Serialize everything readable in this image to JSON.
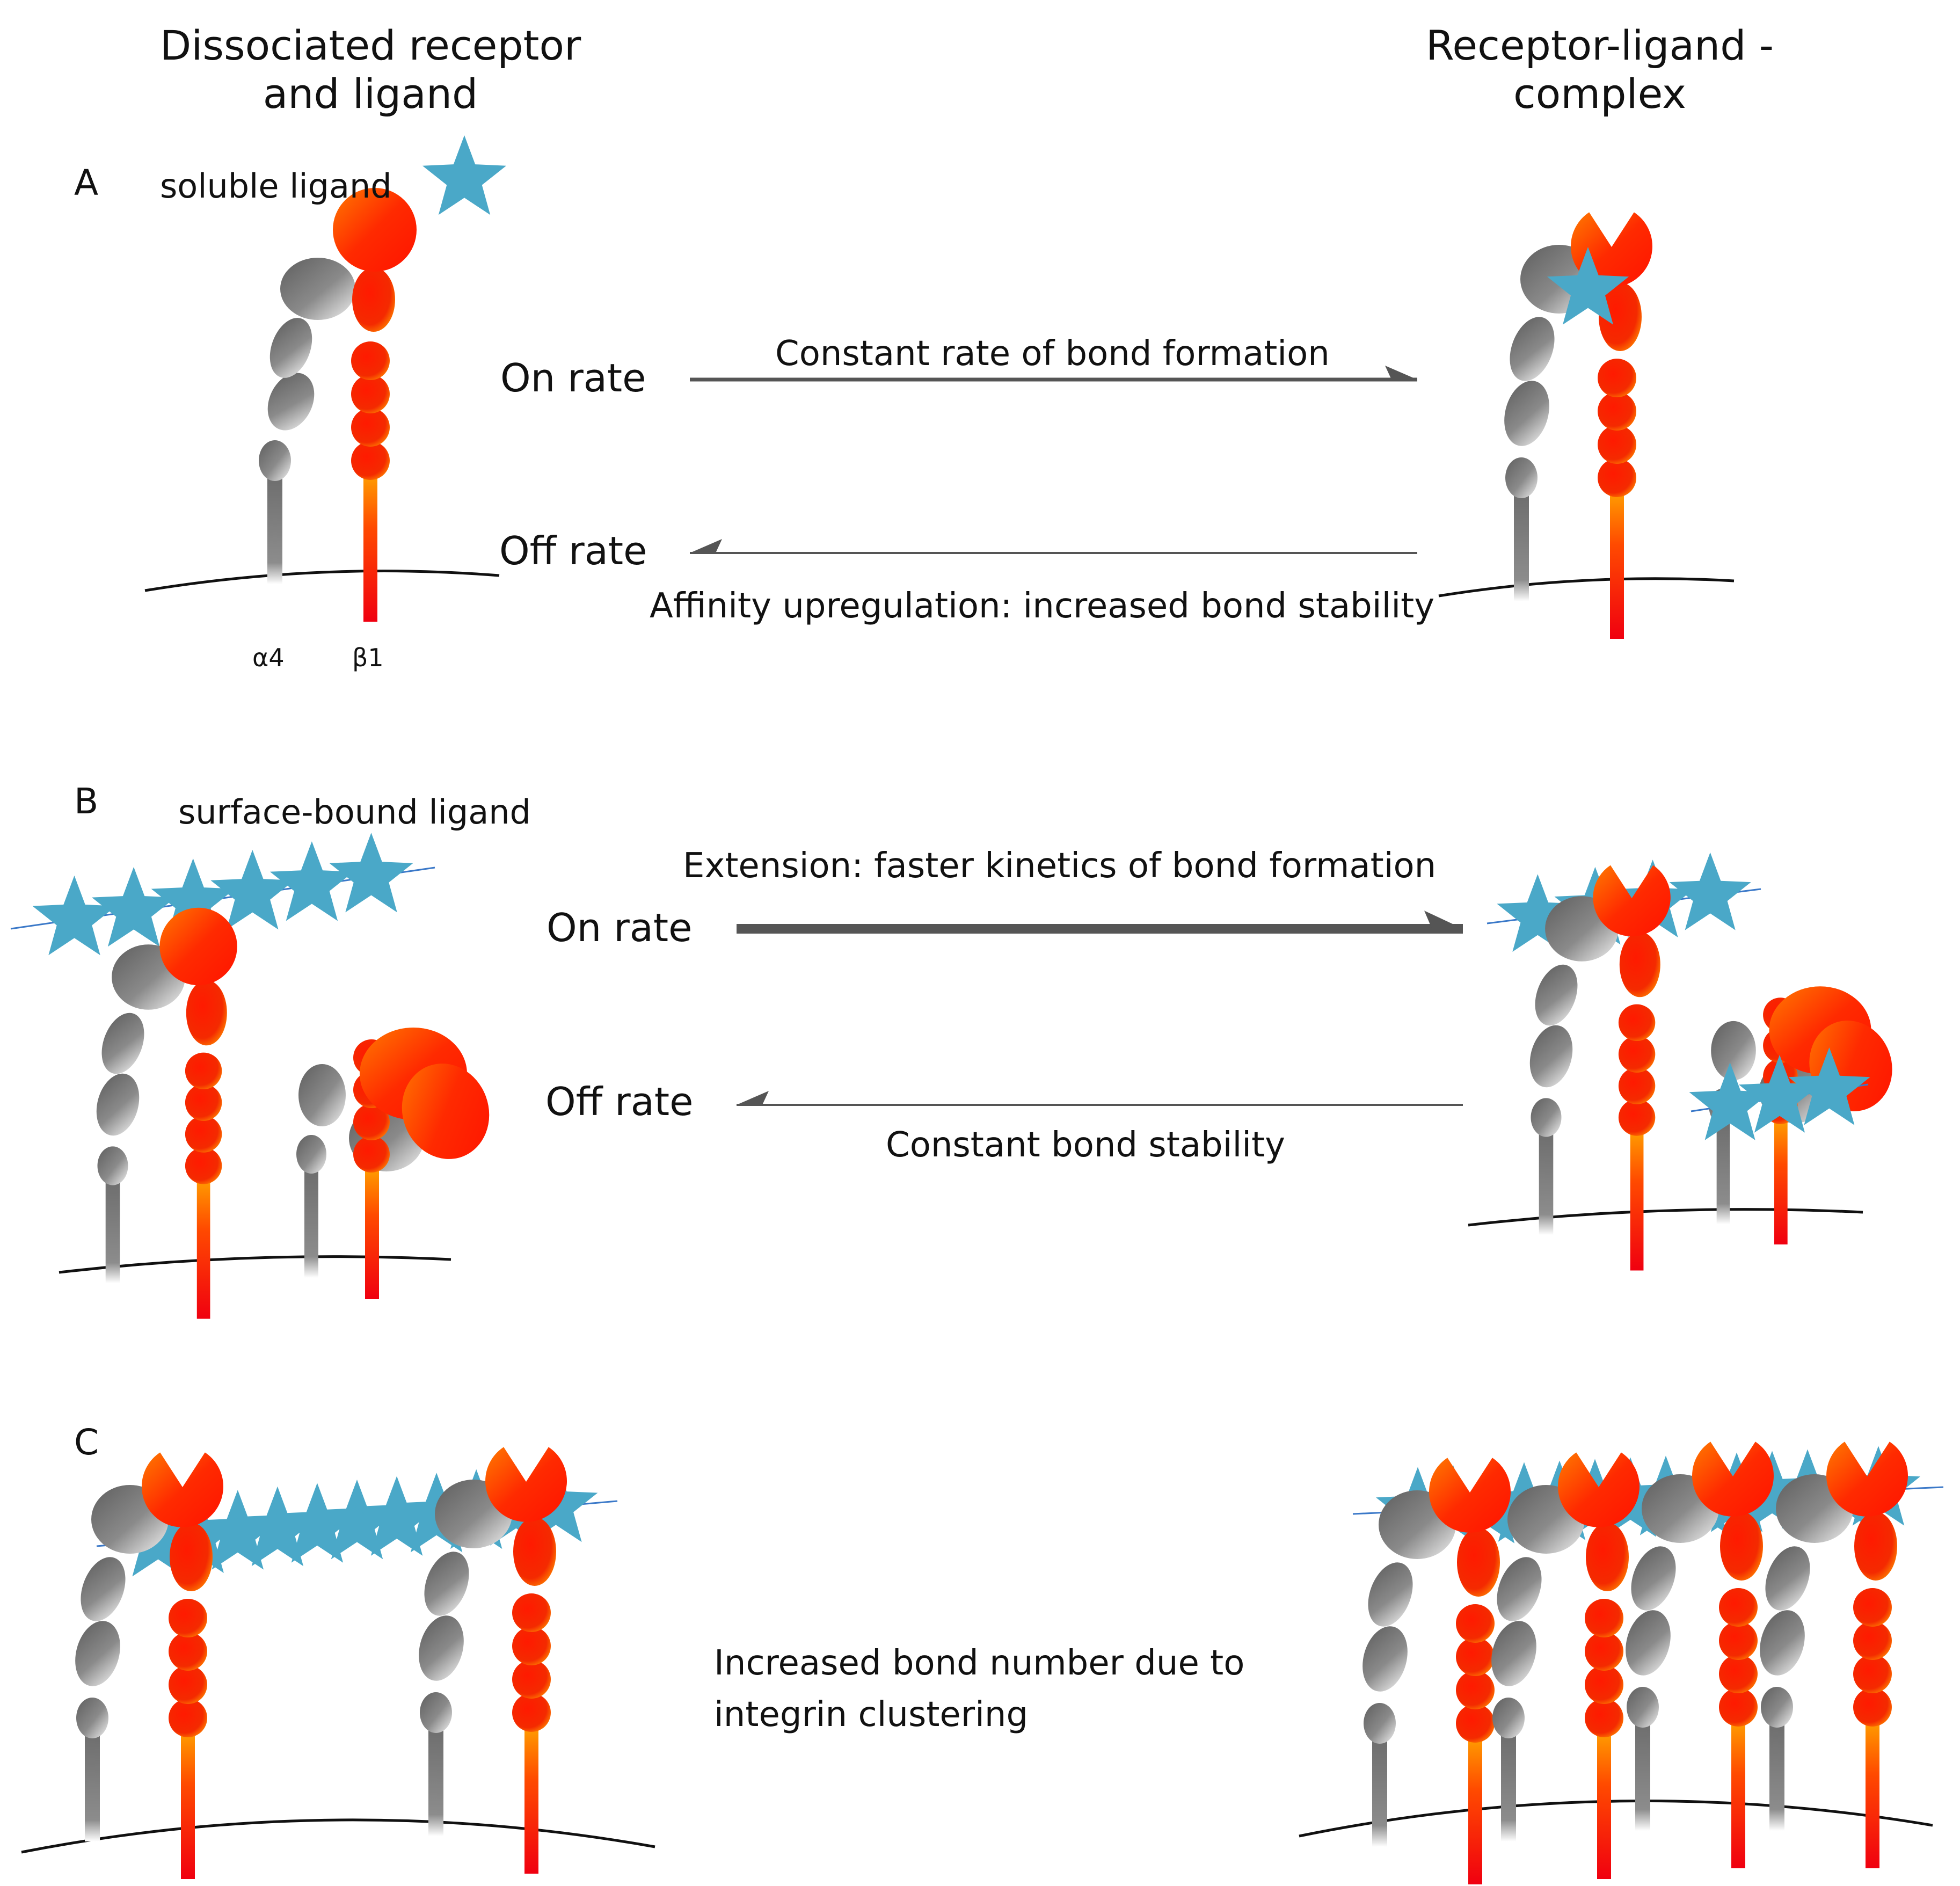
{
  "headers": {
    "left": "Dissociated receptor and ligand",
    "right": "Receptor-ligand -complex"
  },
  "panel_a": {
    "letter": "A",
    "ligand_label": "soluble ligand",
    "on_rate": "On rate",
    "off_rate": "Off rate",
    "on_text": "Constant rate of bond formation",
    "off_text": "Affinity upregulation: increased bond stability",
    "alpha_label": "α4",
    "beta_label": "β1"
  },
  "panel_b": {
    "letter": "B",
    "ligand_label": "surface-bound ligand",
    "on_rate": "On rate",
    "off_rate": "Off rate",
    "on_text": "Extension: faster kinetics of bond formation",
    "off_text": "Constant bond stability"
  },
  "panel_c": {
    "letter": "C",
    "text": "Increased bond number due to integrin clustering"
  },
  "colors": {
    "ligand": "#4aa8c8",
    "alpha_gray": "#7a7a7a",
    "beta_red": "#f02000",
    "beta_orange": "#ff7a00",
    "arrow": "#555555"
  }
}
